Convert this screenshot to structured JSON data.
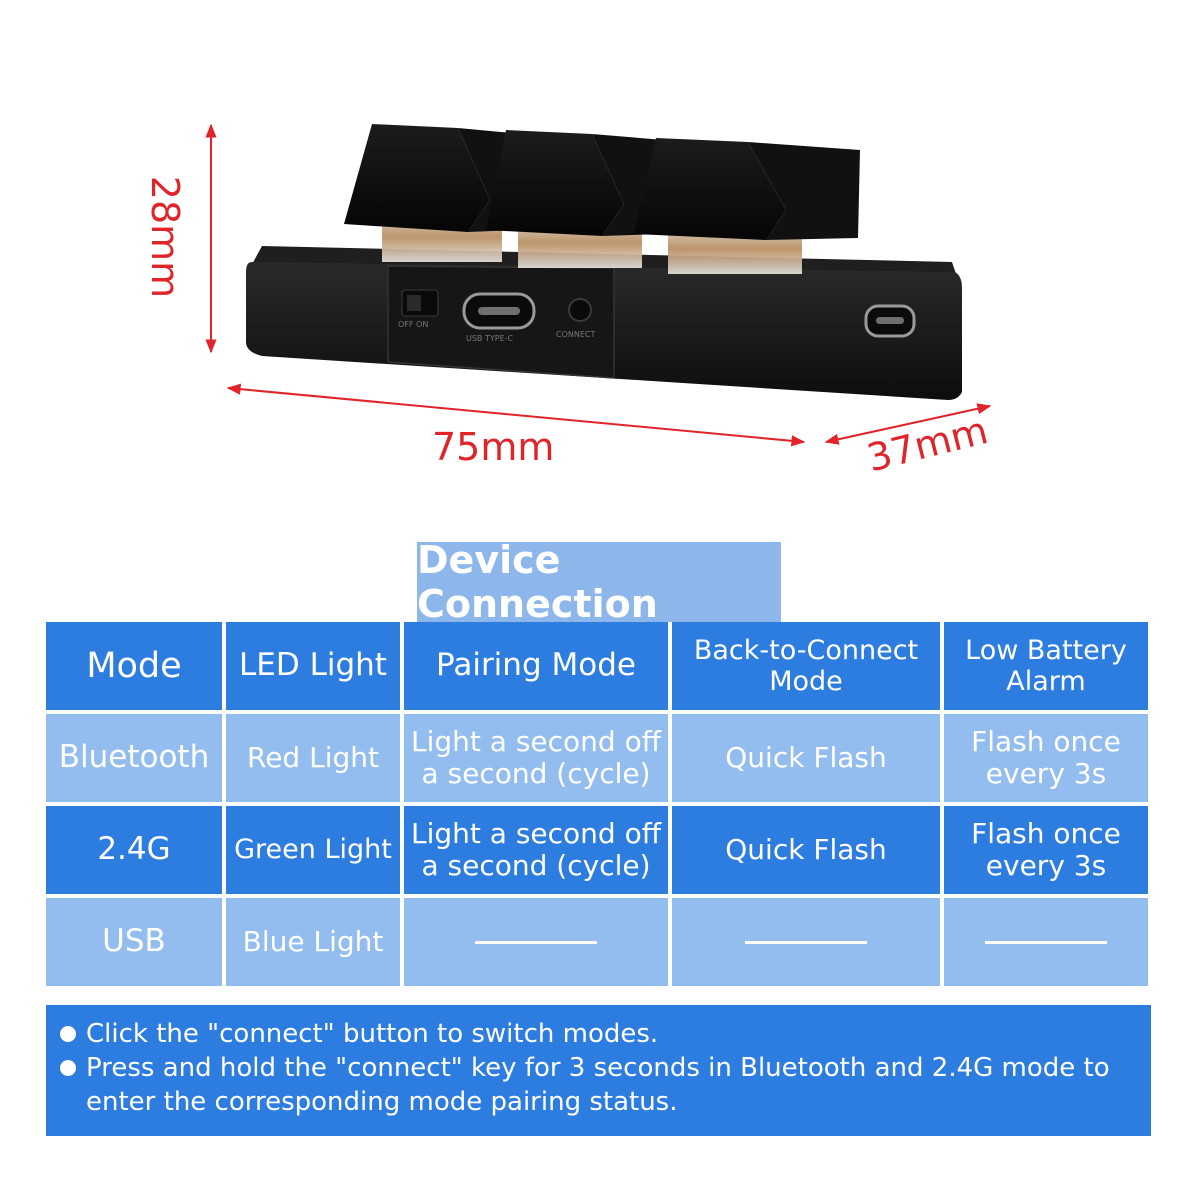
{
  "dimensions": {
    "height": "28mm",
    "width": "75mm",
    "depth": "37mm"
  },
  "device_labels": {
    "switch": "OFF ON",
    "port": "USB TYPE-C",
    "button": "CONNECT"
  },
  "colors": {
    "dimension_red": "#e0242a",
    "cell_dark_blue": "#2d7de0",
    "cell_light_blue": "#93bdee",
    "title_blue": "#8db7eb"
  },
  "section_title": "Device Connection",
  "table": {
    "headers": [
      "Mode",
      "LED Light",
      "Pairing Mode",
      "Back-to-Connect Mode",
      "Low Battery Alarm"
    ],
    "rows": [
      [
        "Bluetooth",
        "Red Light",
        "Light a second off a second (cycle)",
        "Quick Flash",
        "Flash once every 3s"
      ],
      [
        "2.4G",
        "Green Light",
        "Light a second off a second (cycle)",
        "Quick Flash",
        "Flash once every 3s"
      ],
      [
        "USB",
        "Blue Light",
        "———",
        "———",
        "———"
      ]
    ]
  },
  "notes": [
    "Click the \"connect\" button to switch modes.",
    "Press and hold the \"connect\" key for 3 seconds in Bluetooth and 2.4G mode to enter the corresponding mode pairing status."
  ]
}
